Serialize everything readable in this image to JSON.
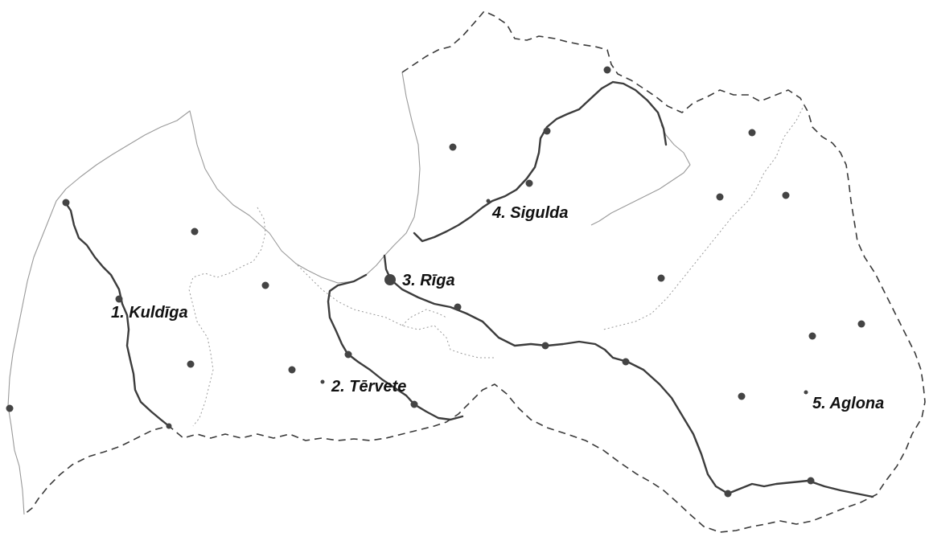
{
  "places": [
    {
      "number": "1.",
      "name": "Kuldīga",
      "label": "1. Kuldīga"
    },
    {
      "number": "2.",
      "name": "Tērvete",
      "label": "2. Tērvete"
    },
    {
      "number": "3.",
      "name": "Rīga",
      "label": "3. Rīga"
    },
    {
      "number": "4.",
      "name": "Sigulda",
      "label": "4. Sigulda"
    },
    {
      "number": "5.",
      "name": "Aglona",
      "label": "5. Aglona"
    }
  ],
  "colors": {
    "border": "#3a3a3a",
    "coast": "#9a9a9a",
    "river": "#3c3c3c",
    "dot": "#444444",
    "label": "#111111"
  }
}
